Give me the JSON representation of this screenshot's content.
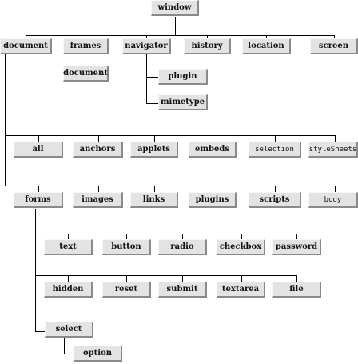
{
  "nodes": {
    "window": "window",
    "document": "document",
    "frames": "frames",
    "navigator": "navigator",
    "history": "history",
    "location": "location",
    "screen": "screen",
    "frames_document": "document",
    "plugin": "plugin",
    "mimetype": "mimetype",
    "all": "all",
    "anchors": "anchors",
    "applets": "applets",
    "embeds": "embeds",
    "selection": "selection",
    "styleSheets": "styleSheets",
    "forms": "forms",
    "images": "images",
    "links": "links",
    "plugins": "plugins",
    "scripts": "scripts",
    "body": "body",
    "text": "text",
    "button": "button",
    "radio": "radio",
    "checkbox": "checkbox",
    "password": "password",
    "hidden": "hidden",
    "reset": "reset",
    "submit": "submit",
    "textarea": "textarea",
    "file": "file",
    "select": "select",
    "option": "option"
  }
}
